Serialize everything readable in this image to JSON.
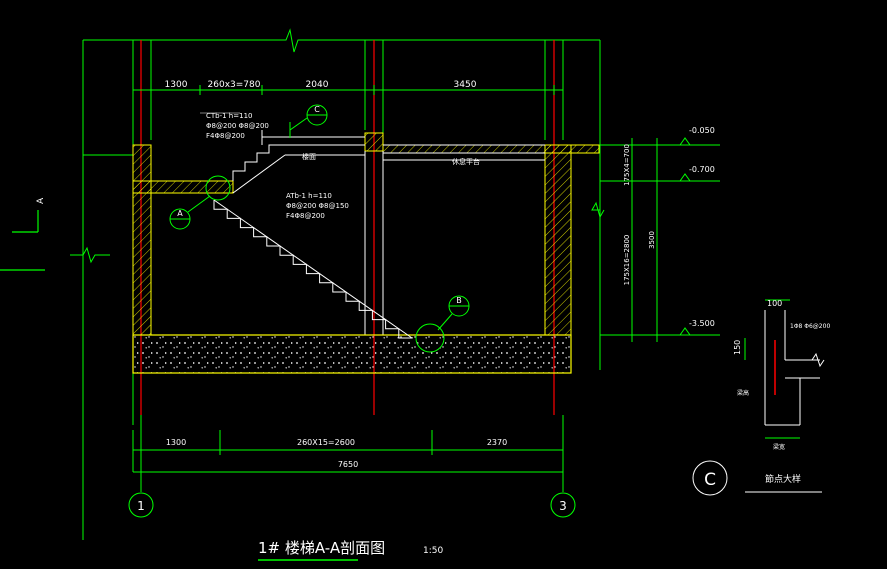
{
  "drawing": {
    "title": "1# 楼梯A-A剖面图",
    "scale": "1:50",
    "section_marker": "A",
    "detail_title": "節点大样",
    "detail_letter": "C"
  },
  "top_dims": [
    "1300",
    "260x3=780",
    "2040",
    "3450"
  ],
  "bottom_dims": [
    "1300",
    "260X15=2600",
    "2370"
  ],
  "total_dim": "7650",
  "axes": [
    "1",
    "3"
  ],
  "elevations": [
    "-0.050",
    "-0.700",
    "-3.500"
  ],
  "right_dims": [
    "175X4=700",
    "175X16=2800",
    "3500"
  ],
  "notes": {
    "upper_flight": [
      "CTb-1 h=110",
      "Φ8@200 Φ8@200",
      "F4Φ8@200"
    ],
    "lower_flight": [
      "ATb-1 h=110",
      "Φ8@200 Φ8@150",
      "F4Φ8@200"
    ],
    "landing_label": "休息平台",
    "floor_label": "楼面"
  },
  "detail": {
    "dim_top": "100",
    "dim_side": "150",
    "rebar_note": "1Φ8 Φ6@200",
    "label_left": "梁高",
    "label_bottom": "梁宽"
  },
  "callouts": [
    "A",
    "B",
    "C"
  ],
  "colors": {
    "background": "#000000",
    "dim_green": "#00ff00",
    "wall_yellow": "#ffff00",
    "axis_red": "#ff0000",
    "text_white": "#ffffff",
    "callout_green": "#00ff00"
  }
}
